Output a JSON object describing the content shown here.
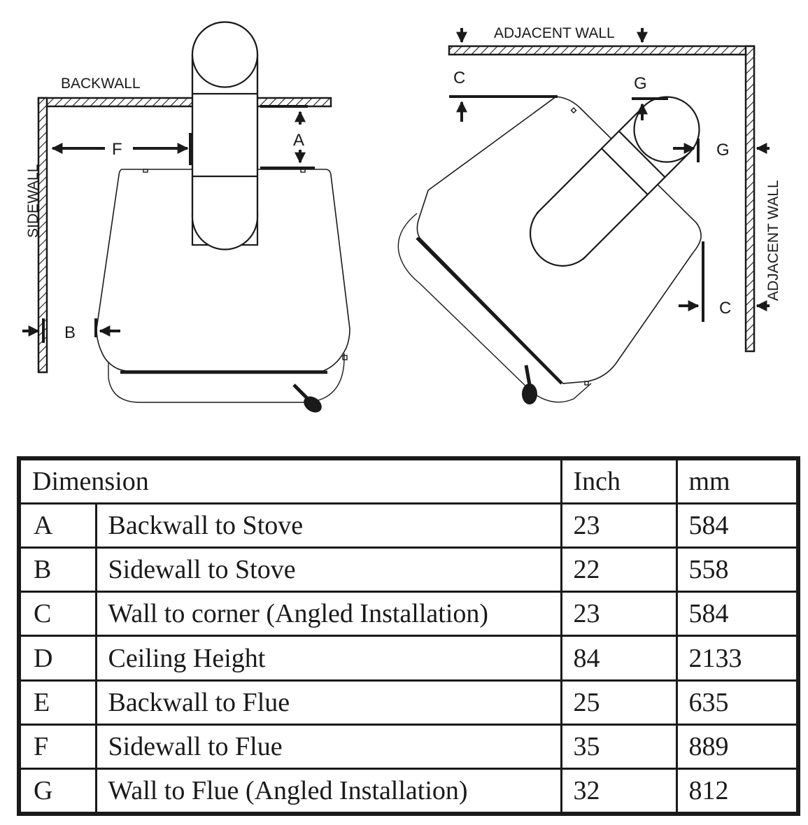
{
  "diagram": {
    "labels": {
      "backwall": "BACKWALL",
      "sidewall": "SIDEWALL",
      "adjacent_wall_top": "ADJACENT WALL",
      "adjacent_wall_side": "ADJACENT WALL",
      "dim_a": "A",
      "dim_b": "B",
      "dim_f": "F",
      "dim_c_top": "C",
      "dim_c_bottom": "C",
      "dim_g_top": "G",
      "dim_g_right": "G"
    }
  },
  "table": {
    "headers": [
      "Dimension",
      "Inch",
      "mm"
    ],
    "rows": [
      {
        "letter": "A",
        "description": "Backwall to Stove",
        "inch": "23",
        "mm": "584"
      },
      {
        "letter": "B",
        "description": "Sidewall to Stove",
        "inch": "22",
        "mm": "558"
      },
      {
        "letter": "C",
        "description": "Wall to corner (Angled Installation)",
        "inch": "23",
        "mm": "584"
      },
      {
        "letter": "D",
        "description": "Ceiling Height",
        "inch": "84",
        "mm": "2133"
      },
      {
        "letter": "E",
        "description": "Backwall to Flue",
        "inch": "25",
        "mm": "635"
      },
      {
        "letter": "F",
        "description": "Sidewall to Flue",
        "inch": "35",
        "mm": "889"
      },
      {
        "letter": "G",
        "description": "Wall to Flue (Angled Installation)",
        "inch": "32",
        "mm": "812"
      }
    ]
  }
}
